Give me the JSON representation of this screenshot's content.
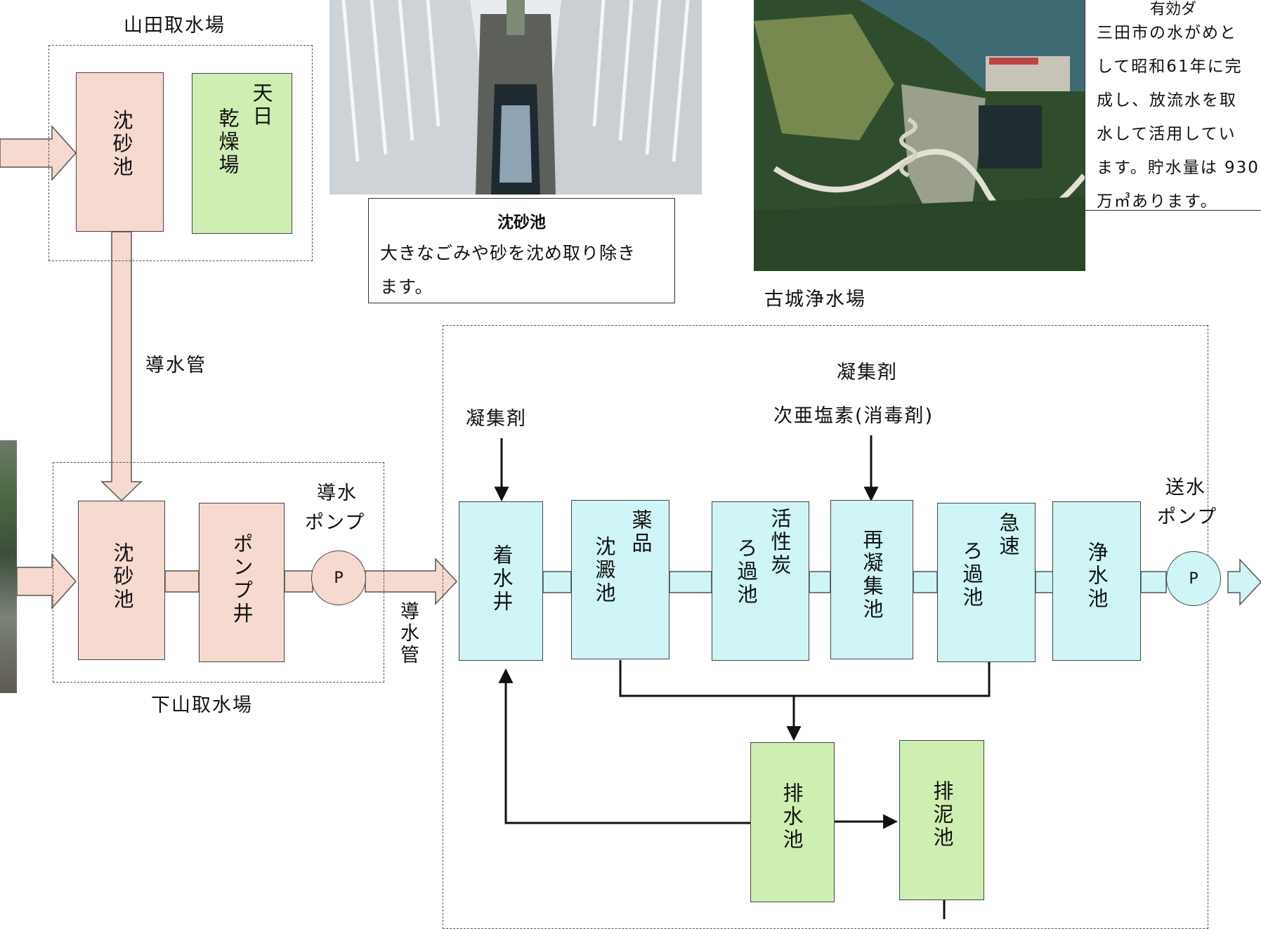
{
  "intakes": {
    "yamada": {
      "title": "山田取水場",
      "sand_basin": "沈砂池",
      "sun_drying_col1": "天日",
      "sun_drying_col2": "乾燥場"
    },
    "shimoyama": {
      "title": "下山取水場",
      "sand_basin": "沈砂池",
      "pump_well": "ポンプ井",
      "intake_pump_line1": "導水",
      "intake_pump_line2": "ポンプ",
      "pump_symbol": "P"
    },
    "conduit_label": "導水管",
    "conduit_label_2": "導水管"
  },
  "photo_caption": {
    "title": "沈砂池",
    "body_line1": "大きなごみや砂を沈め取り除き",
    "body_line2": "ます。"
  },
  "dam_note": {
    "partial_title": "有効ダ",
    "line1": "三田市の水がめと",
    "line2": "して昭和61年に完",
    "line3": "成し、放流水を取",
    "line4": "水して活用してい",
    "line5": "ます。貯水量は 930",
    "line6": "万㎥あります。"
  },
  "plant": {
    "title": "古城浄水場",
    "coagulant_top": "凝集剤",
    "hypochlorite": "次亜塩素(消毒剤)",
    "coagulant_left": "凝集剤",
    "receiving_well": "着水井",
    "chem_sed_a": "沈澱池",
    "chem_sed_b": "薬品",
    "carbon_a": "ろ過池",
    "carbon_b": "活性炭",
    "recoag": "再凝集池",
    "rapid_a": "ろ過池",
    "rapid_b": "急速",
    "clear_water": "浄水池",
    "drain_pond": "排水池",
    "sludge_pond": "排泥池",
    "send_pump_line1": "送水",
    "send_pump_line2": "ポンプ",
    "pump_symbol": "P"
  },
  "colors": {
    "pink": "#f6d9cf",
    "cyan": "#cff5f6",
    "green": "#cfeeb2",
    "pipe_pink": "#f6d9cf",
    "pipe_cyan": "#cff5f6"
  }
}
